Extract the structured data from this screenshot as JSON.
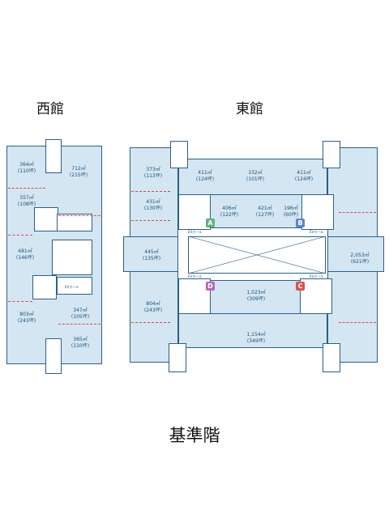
{
  "labels": {
    "west_building": "西館",
    "east_building": "東館",
    "floor_title": "基準階"
  },
  "west_rooms": [
    {
      "area": "364㎡",
      "tsubo": "(110坪)"
    },
    {
      "area": "712㎡",
      "tsubo": "(215坪)"
    },
    {
      "area": "357㎡",
      "tsubo": "(108坪)"
    },
    {
      "area": "481㎡",
      "tsubo": "(146坪)"
    },
    {
      "area": "803㎡",
      "tsubo": "(243坪)"
    },
    {
      "area": "347㎡",
      "tsubo": "(105坪)"
    },
    {
      "area": "365㎡",
      "tsubo": "(110坪)"
    }
  ],
  "east_rooms": [
    {
      "area": "373㎡",
      "tsubo": "(113坪)"
    },
    {
      "area": "411㎡",
      "tsubo": "(124坪)"
    },
    {
      "area": "332㎡",
      "tsubo": "(101坪)"
    },
    {
      "area": "411㎡",
      "tsubo": "(124坪)"
    },
    {
      "area": "431㎡",
      "tsubo": "(130坪)"
    },
    {
      "area": "406㎡",
      "tsubo": "(122坪)"
    },
    {
      "area": "421㎡",
      "tsubo": "(127坪)"
    },
    {
      "area": "196㎡",
      "tsubo": "(60坪)"
    },
    {
      "area": "445㎡",
      "tsubo": "(135坪)"
    },
    {
      "area": "2,053㎡",
      "tsubo": "(621坪)"
    },
    {
      "area": "1,023㎡",
      "tsubo": "(309坪)"
    },
    {
      "area": "804㎡",
      "tsubo": "(243坪)"
    },
    {
      "area": "1,154㎡",
      "tsubo": "(349坪)"
    }
  ],
  "cores": [
    {
      "letter": "A",
      "color": "#5bb37a",
      "ev_label": "EVホール"
    },
    {
      "letter": "B",
      "color": "#5b86c9",
      "ev_label": "EVホール"
    },
    {
      "letter": "C",
      "color": "#d9534f",
      "ev_label": "EVホール"
    },
    {
      "letter": "D",
      "color": "#b766b8",
      "ev_label": "EVホール"
    }
  ],
  "west_ev_label": "EVホール"
}
